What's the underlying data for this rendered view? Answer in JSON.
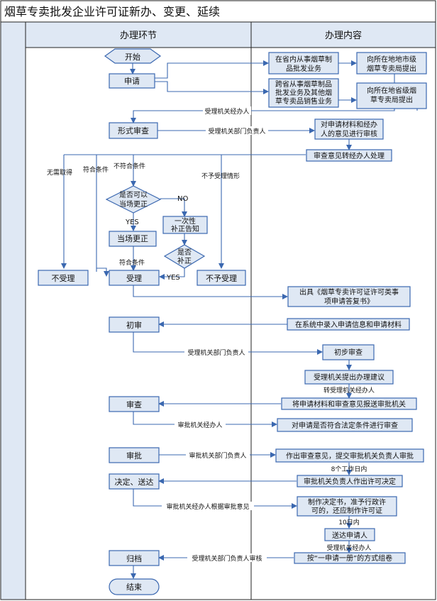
{
  "title": "烟草专卖批发企业许可证新办、变更、延续",
  "header": {
    "left": "办理环节",
    "right": "办理内容"
  },
  "nodes": {
    "start": "开始",
    "apply": "申请",
    "prov_a1": "在省内从事烟草制",
    "prov_a2": "品批发业务",
    "prov_b1": "向所在地地市级",
    "prov_b2": "烟草专卖局提出",
    "cross_a1": "跨省从事烟草制品",
    "cross_a2": "批发业务及其他烟",
    "cross_a3": "草专卖品销售业务",
    "cross_b1": "向所在地省级烟",
    "cross_b2": "草专卖局提出",
    "formal_review": "形式审查",
    "material_1": "对申请材料和经办",
    "material_2": "人的意见进行审核",
    "opinion_transfer": "审查意见转经办人处理",
    "can_fix_1": "是否可以",
    "can_fix_2": "当场更正",
    "one_time_1": "一次性",
    "one_time_2": "补正告知",
    "onsite_fix": "当场更正",
    "supplement_1": "是否",
    "supplement_2": "补正",
    "not_accept": "不受理",
    "accept": "受理",
    "not_accept_2": "不予受理",
    "issue_1": "出具《烟草专卖许可证许可类事",
    "issue_2": "项申请答复书》",
    "initial": "初审",
    "input_info": "在系统中录入申请信息和申请材料",
    "prelim": "初步审查",
    "propose": "受理机关提出办理建议",
    "review": "审查",
    "send_materials": "将申请材料和审查意见报送审批机关",
    "approve": "审批",
    "check_legal": "对申请是否符合法定条件进行审查",
    "decision": "决定、送达",
    "opinion_submit": "作出审查意见，提交审批机关负责人审批",
    "decide_permit": "审批机关负责人作出许可决定",
    "make_doc_1": "制作决定书，准予行政许",
    "make_doc_2": "可的，还应制作许可证",
    "deliver": "送达申请人",
    "archive": "归档",
    "filing": "按“一申请一册”的方式组卷",
    "end": "结束"
  },
  "labels": {
    "handler": "受理机关经办人",
    "dept_head": "受理机关部门负责人",
    "no_need": "无需取得",
    "meets": "符合条件",
    "not_meets": "不符合条件",
    "not_accept_case": "不予受理情形",
    "no": "NO",
    "yes": "YES",
    "yes2": "YES",
    "meets2": "符合条件",
    "dept_head2": "受理机关部门负责人",
    "to_handler": "转受理机关经办人",
    "approval_handler": "审批机关经办人",
    "approval_head": "审批机关部门负责人",
    "eight_days": "8个工作日内",
    "approval_handler_opinion": "审批机关经办人根据审批意见",
    "ten_days": "10日内",
    "handler2": "受理机关经办人",
    "dept_head_review": "受理机关部门负责人审核"
  }
}
